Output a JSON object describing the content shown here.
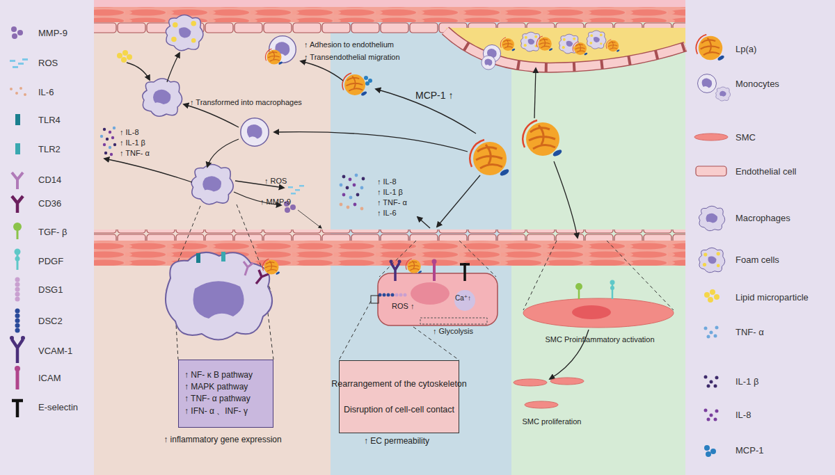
{
  "diagram": {
    "nodes": [
      {
        "text": [
          "↑ NF- κ B pathway",
          "↑ MAPK pathway",
          "↑ TNF- α pathway",
          "↑ IFN- α 、INF- γ"
        ]
      },
      {
        "text": [
          "Rearrangement of the cytoskeleton",
          "Disruption of cell-cell contact"
        ]
      }
    ],
    "labels": [
      "↑ Adhesion to endothelium",
      "↑ Transendothelial migration",
      "MCP-1 ↑",
      "↑ Transformed into macrophages",
      "↑ IL-8",
      "↑ IL-1 β",
      "↑ TNF- α",
      "↑ ROS",
      "↑ MMP-9",
      "↑ IL-8",
      "↑ IL-1 β",
      "↑ TNF- α",
      "↑ IL-6",
      "ROS ↑",
      "Ca⁺↑",
      "↑ Glycolysis",
      "↑ inflammatory gene expression",
      "↑ EC permeability",
      "SMC Proinflammatory activation",
      "SMC proliferation"
    ],
    "legend": [
      {
        "text": "MMP-9"
      },
      {
        "text": "ROS"
      },
      {
        "text": "IL-6"
      },
      {
        "text": "TLR4"
      },
      {
        "text": "TLR2"
      },
      {
        "text": "CD14"
      },
      {
        "text": "CD36"
      },
      {
        "text": "TGF- β"
      },
      {
        "text": "PDGF"
      },
      {
        "text": "DSG1"
      },
      {
        "text": "DSC2"
      },
      {
        "text": "VCAM-1"
      },
      {
        "text": "ICAM"
      },
      {
        "text": "E-selectin"
      },
      {
        "text": "Lp(a)"
      },
      {
        "text": "Monocytes"
      },
      {
        "text": "SMC"
      },
      {
        "text": "Endothelial cell"
      },
      {
        "text": "Macrophages"
      },
      {
        "text": "Foam cells"
      },
      {
        "text": "Lipid microparticle"
      },
      {
        "text": "TNF- α"
      },
      {
        "text": "IL-1 β"
      },
      {
        "text": "IL-8"
      },
      {
        "text": "MCP-1"
      }
    ]
  }
}
